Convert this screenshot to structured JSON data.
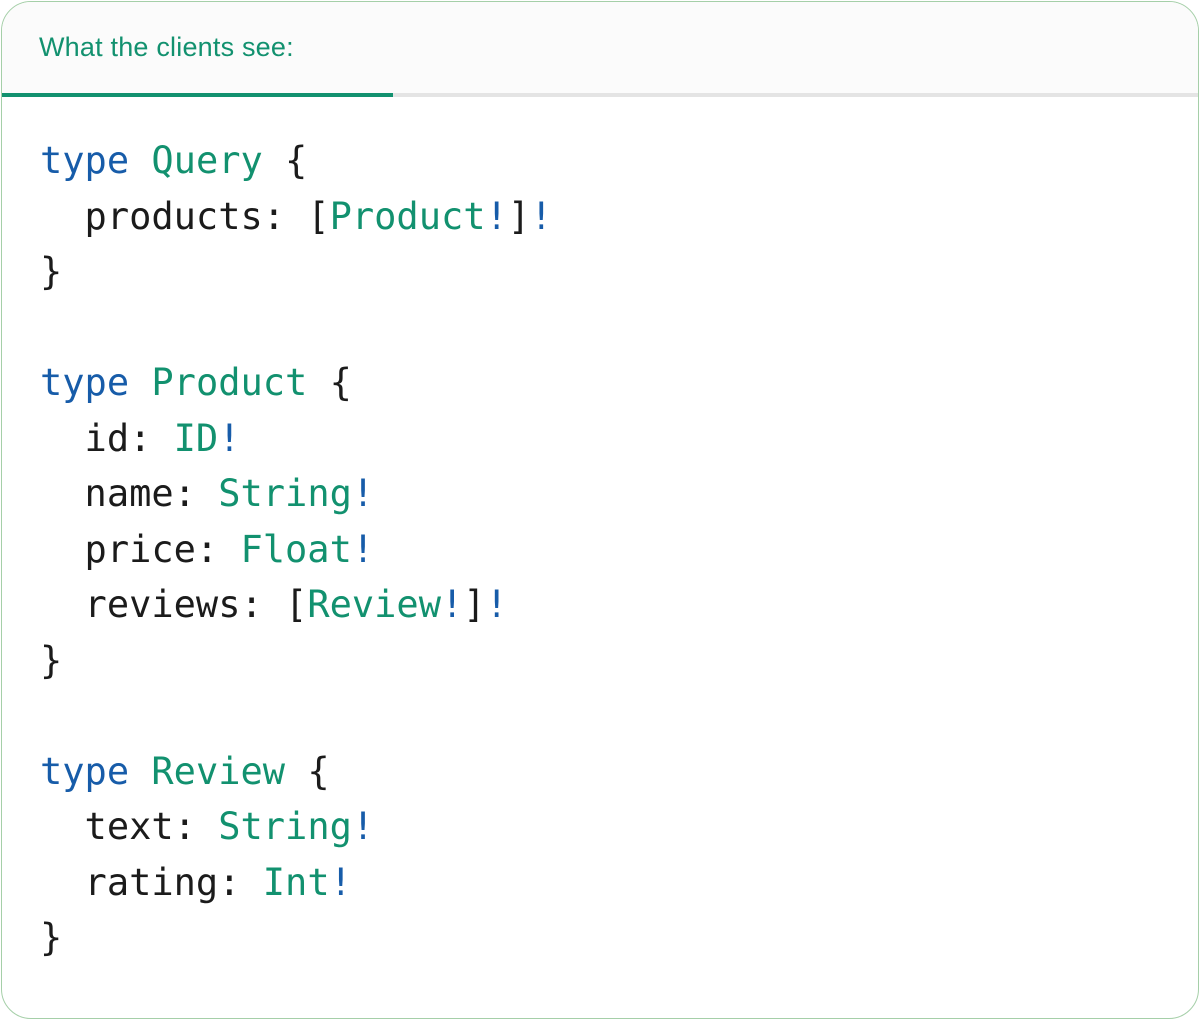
{
  "colors": {
    "teal": "#12916F",
    "blue": "#175CA9",
    "dark": "#1B1B1B",
    "tab-teal": "#12916F",
    "header-bg": "#FBFBFB",
    "header-border": "#E4E4E4",
    "card-border": "#A5CFA8",
    "card-bg": "#FFFFFF"
  },
  "panel": {
    "tab_label": "What the clients see:"
  },
  "code": {
    "language": "graphql-sdl",
    "lines": [
      [
        {
          "c": "kw",
          "t": "type"
        },
        {
          "c": "pl",
          "t": " "
        },
        {
          "c": "ty",
          "t": "Query"
        },
        {
          "c": "pl",
          "t": " {"
        }
      ],
      [
        {
          "c": "pl",
          "t": "  products: ["
        },
        {
          "c": "ty",
          "t": "Product"
        },
        {
          "c": "bang",
          "t": "!"
        },
        {
          "c": "pl",
          "t": "]"
        },
        {
          "c": "bang",
          "t": "!"
        }
      ],
      [
        {
          "c": "pl",
          "t": "}"
        }
      ],
      [],
      [
        {
          "c": "kw",
          "t": "type"
        },
        {
          "c": "pl",
          "t": " "
        },
        {
          "c": "ty",
          "t": "Product"
        },
        {
          "c": "pl",
          "t": " {"
        }
      ],
      [
        {
          "c": "pl",
          "t": "  id: "
        },
        {
          "c": "ty",
          "t": "ID"
        },
        {
          "c": "bang",
          "t": "!"
        }
      ],
      [
        {
          "c": "pl",
          "t": "  name: "
        },
        {
          "c": "ty",
          "t": "String"
        },
        {
          "c": "bang",
          "t": "!"
        }
      ],
      [
        {
          "c": "pl",
          "t": "  price: "
        },
        {
          "c": "ty",
          "t": "Float"
        },
        {
          "c": "bang",
          "t": "!"
        }
      ],
      [
        {
          "c": "pl",
          "t": "  reviews: ["
        },
        {
          "c": "ty",
          "t": "Review"
        },
        {
          "c": "bang",
          "t": "!"
        },
        {
          "c": "pl",
          "t": "]"
        },
        {
          "c": "bang",
          "t": "!"
        }
      ],
      [
        {
          "c": "pl",
          "t": "}"
        }
      ],
      [],
      [
        {
          "c": "kw",
          "t": "type"
        },
        {
          "c": "pl",
          "t": " "
        },
        {
          "c": "ty",
          "t": "Review"
        },
        {
          "c": "pl",
          "t": " {"
        }
      ],
      [
        {
          "c": "pl",
          "t": "  text: "
        },
        {
          "c": "ty",
          "t": "String"
        },
        {
          "c": "bang",
          "t": "!"
        }
      ],
      [
        {
          "c": "pl",
          "t": "  rating: "
        },
        {
          "c": "ty",
          "t": "Int"
        },
        {
          "c": "bang",
          "t": "!"
        }
      ],
      [
        {
          "c": "pl",
          "t": "}"
        }
      ]
    ]
  }
}
